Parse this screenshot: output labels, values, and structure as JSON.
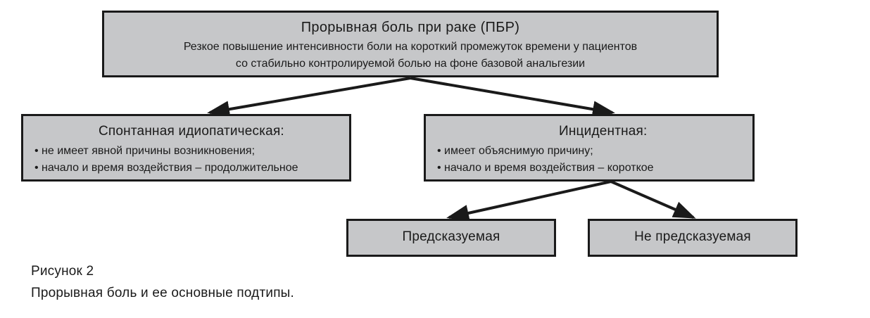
{
  "root": {
    "title": "Прорывная боль при раке (ПБР)",
    "description_lines": [
      "Резкое повышение интенсивности боли на короткий промежуток времени у пациентов",
      "со стабильно контролируемой болью на фоне базовой анальгезии"
    ]
  },
  "spontaneous": {
    "title": "Спонтанная идиопатическая:",
    "bullets": [
      "не имеет явной причины возникновения;",
      "начало и время воздействия – продолжительное"
    ]
  },
  "incident": {
    "title": "Инцидентная:",
    "bullets": [
      "имеет объяснимую причину;",
      "начало и время воздействия – короткое"
    ]
  },
  "predictable": {
    "label": "Предсказуемая"
  },
  "unpredictable": {
    "label": "Не предсказуемая"
  },
  "caption": {
    "figure_number": "Рисунок 2",
    "text": "Прорывная боль и ее основные подтипы."
  },
  "colors": {
    "box_fill": "#c6c7c9",
    "border": "#1a1a1a",
    "background": "#ffffff"
  }
}
